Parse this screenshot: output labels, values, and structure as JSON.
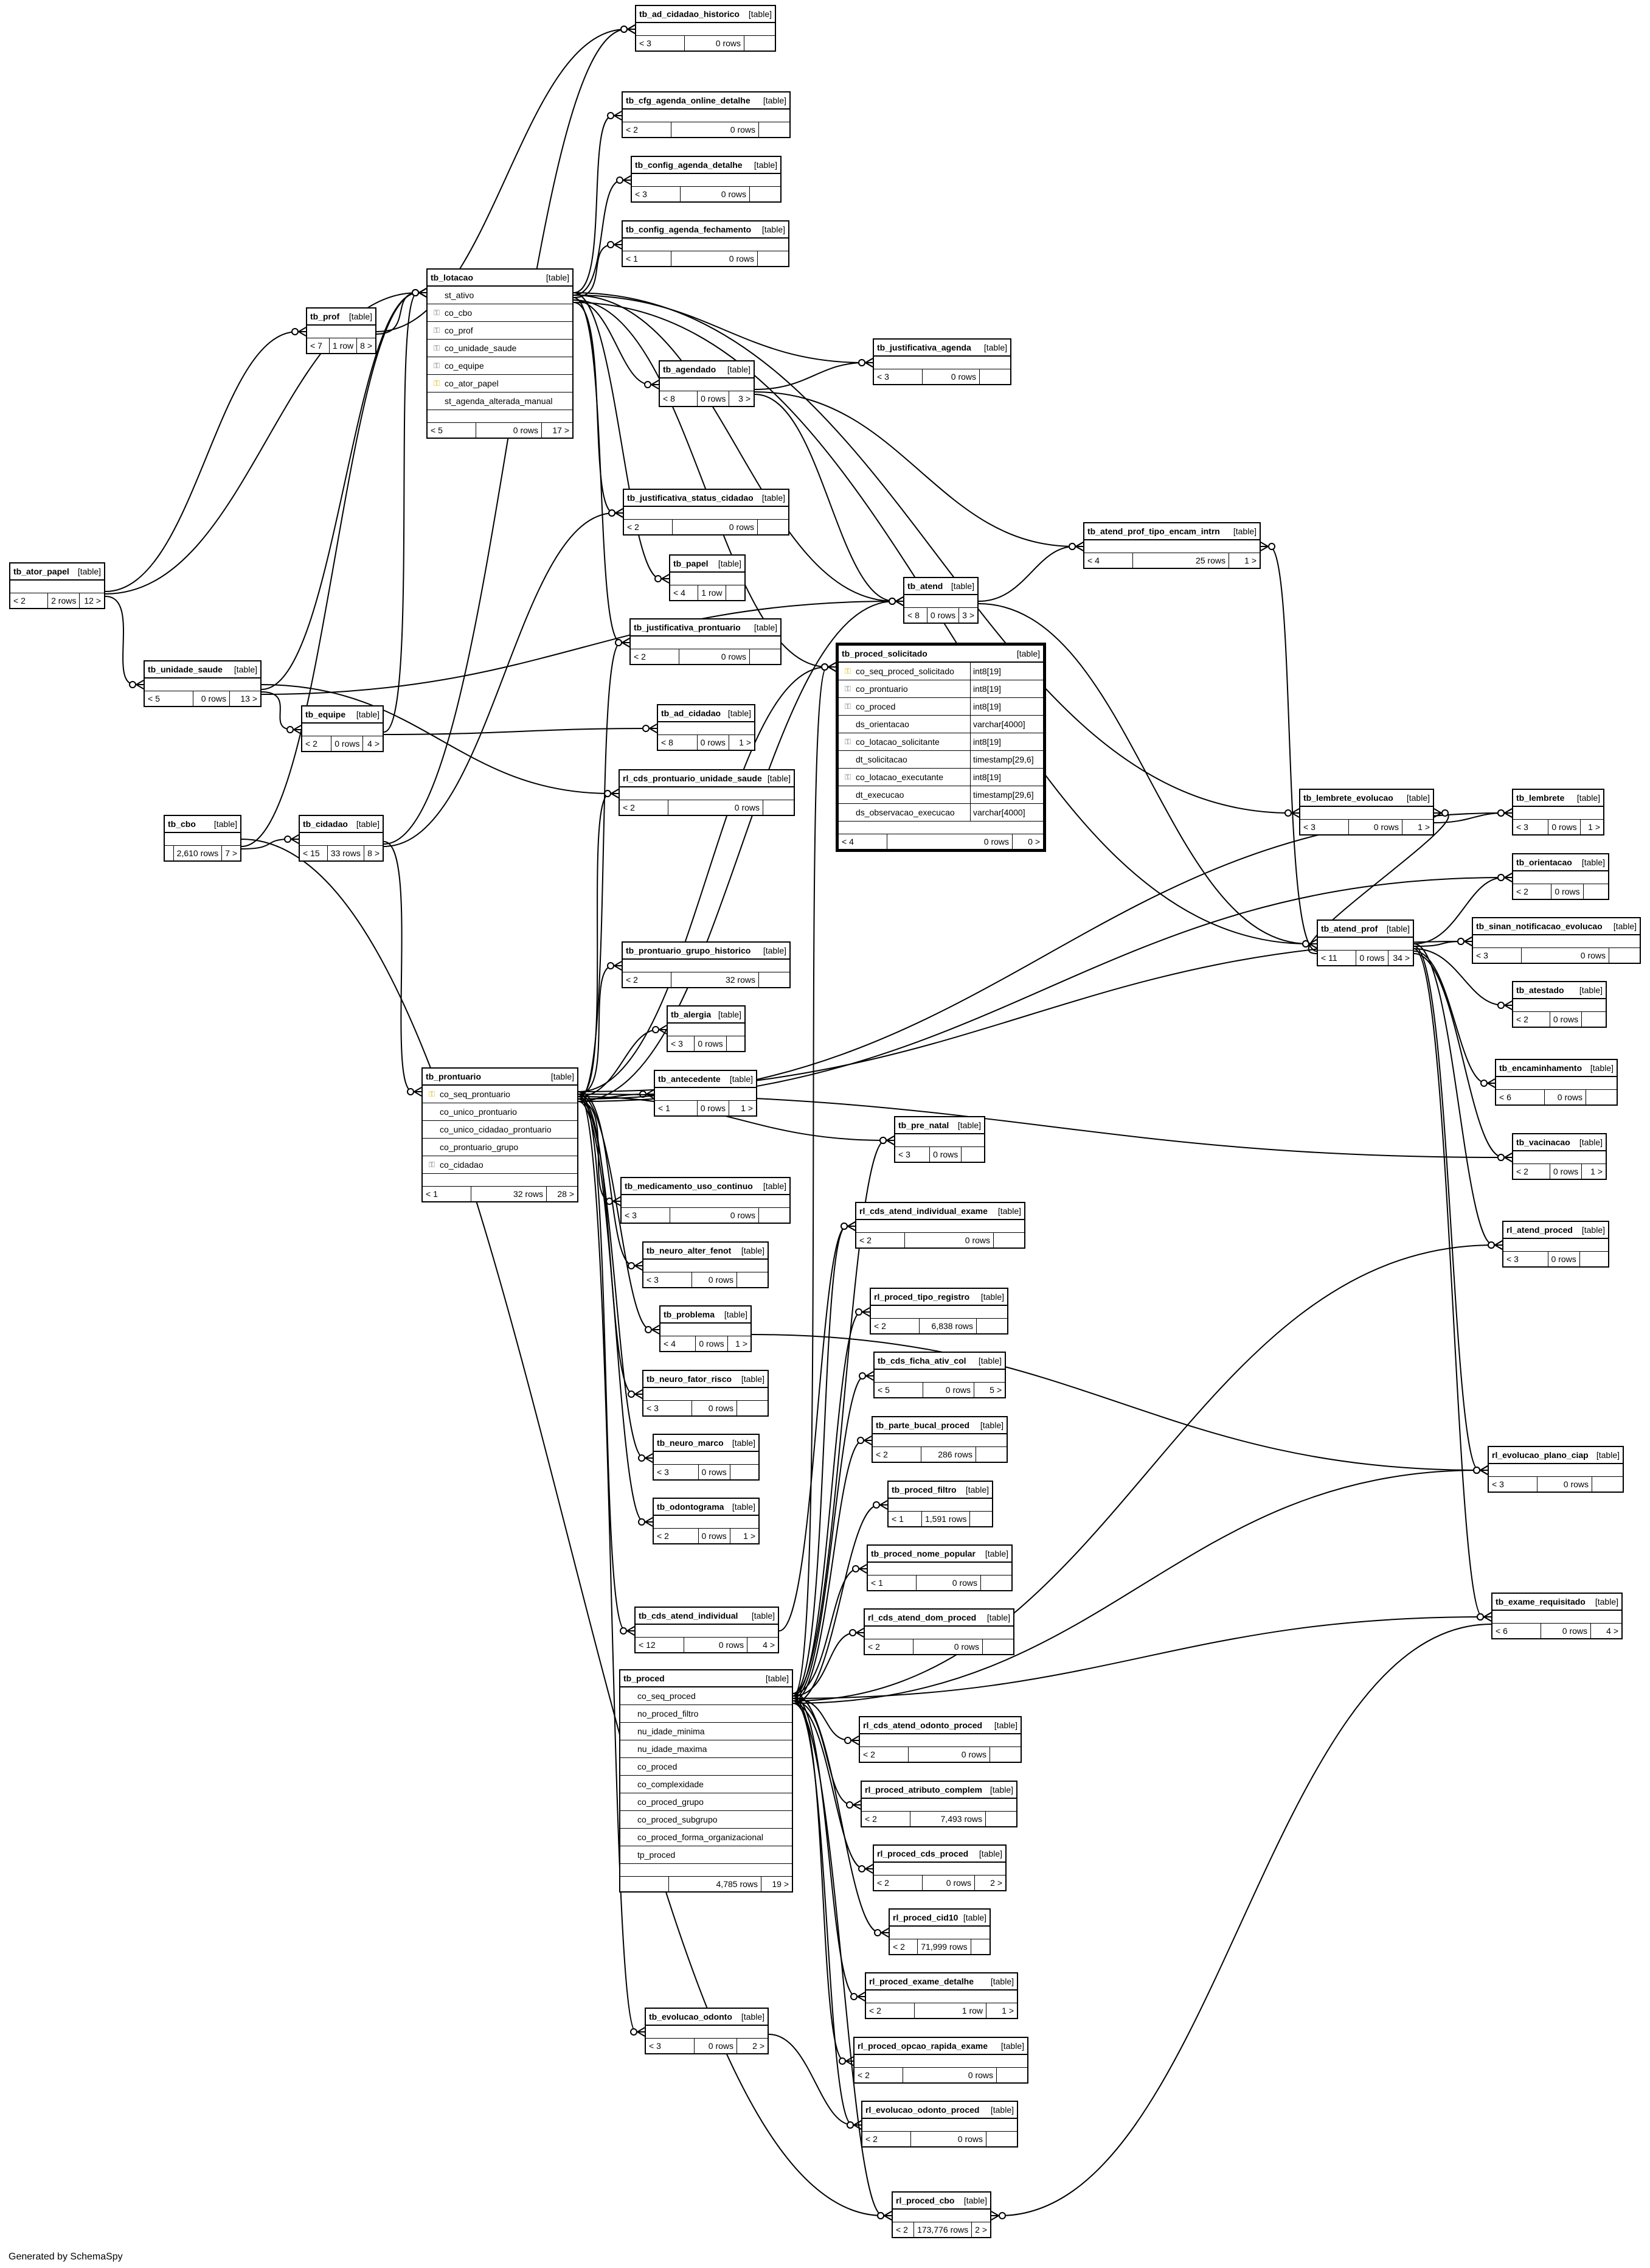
{
  "footer": "Generated by SchemaSpy",
  "table_tag": "[table]",
  "tables": [
    {
      "name": "tb_ad_cidadao_historico",
      "parents": "< 3",
      "rows": "0 rows",
      "children": ""
    },
    {
      "name": "tb_cfg_agenda_online_detalhe",
      "parents": "< 2",
      "rows": "0 rows",
      "children": ""
    },
    {
      "name": "tb_config_agenda_detalhe",
      "parents": "< 3",
      "rows": "0 rows",
      "children": ""
    },
    {
      "name": "tb_config_agenda_fechamento",
      "parents": "< 1",
      "rows": "0 rows",
      "children": ""
    },
    {
      "name": "tb_prof",
      "parents": "< 7",
      "rows": "1 row",
      "children": "8 >"
    },
    {
      "name": "tb_lotacao",
      "parents": "< 5",
      "rows": "0 rows",
      "children": "17 >",
      "columns": [
        {
          "name": "st_ativo",
          "key": ""
        },
        {
          "name": "co_cbo",
          "key": "fk"
        },
        {
          "name": "co_prof",
          "key": "fk"
        },
        {
          "name": "co_unidade_saude",
          "key": "fk"
        },
        {
          "name": "co_equipe",
          "key": "fk"
        },
        {
          "name": "co_ator_papel",
          "key": "pk"
        },
        {
          "name": "st_agenda_alterada_manual",
          "key": ""
        }
      ]
    },
    {
      "name": "tb_justificativa_agenda",
      "parents": "< 3",
      "rows": "0 rows",
      "children": ""
    },
    {
      "name": "tb_agendado",
      "parents": "< 8",
      "rows": "0 rows",
      "children": "3 >"
    },
    {
      "name": "tb_ator_papel",
      "parents": "< 2",
      "rows": "2 rows",
      "children": "12 >"
    },
    {
      "name": "tb_justificativa_status_cidadao",
      "parents": "< 2",
      "rows": "0 rows",
      "children": ""
    },
    {
      "name": "tb_atend_prof_tipo_encam_intrn",
      "parents": "< 4",
      "rows": "25 rows",
      "children": "1 >"
    },
    {
      "name": "tb_papel",
      "parents": "< 4",
      "rows": "1 row",
      "children": ""
    },
    {
      "name": "tb_atend",
      "parents": "< 8",
      "rows": "0 rows",
      "children": "3 >"
    },
    {
      "name": "tb_justificativa_prontuario",
      "parents": "< 2",
      "rows": "0 rows",
      "children": ""
    },
    {
      "name": "tb_proced_solicitado",
      "parents": "< 4",
      "rows": "0 rows",
      "children": "0 >",
      "columns": [
        {
          "name": "co_seq_proced_solicitado",
          "key": "pk",
          "type": "int8[19]"
        },
        {
          "name": "co_prontuario",
          "key": "fk",
          "type": "int8[19]"
        },
        {
          "name": "co_proced",
          "key": "fk",
          "type": "int8[19]"
        },
        {
          "name": "ds_orientacao",
          "key": "",
          "type": "varchar[4000]"
        },
        {
          "name": "co_lotacao_solicitante",
          "key": "fk",
          "type": "int8[19]"
        },
        {
          "name": "dt_solicitacao",
          "key": "",
          "type": "timestamp[29,6]"
        },
        {
          "name": "co_lotacao_executante",
          "key": "fk",
          "type": "int8[19]"
        },
        {
          "name": "dt_execucao",
          "key": "",
          "type": "timestamp[29,6]"
        },
        {
          "name": "ds_observacao_execucao",
          "key": "",
          "type": "varchar[4000]"
        }
      ]
    },
    {
      "name": "tb_unidade_saude",
      "parents": "< 5",
      "rows": "0 rows",
      "children": "13 >"
    },
    {
      "name": "tb_equipe",
      "parents": "< 2",
      "rows": "0 rows",
      "children": "4 >"
    },
    {
      "name": "tb_ad_cidadao",
      "parents": "< 8",
      "rows": "0 rows",
      "children": "1 >"
    },
    {
      "name": "rl_cds_prontuario_unidade_saude",
      "parents": "< 2",
      "rows": "0 rows",
      "children": ""
    },
    {
      "name": "tb_cbo",
      "parents": "",
      "rows": "2,610 rows",
      "children": "7 >"
    },
    {
      "name": "tb_cidadao",
      "parents": "< 15",
      "rows": "33 rows",
      "children": "8 >"
    },
    {
      "name": "tb_lembrete_evolucao",
      "parents": "< 3",
      "rows": "0 rows",
      "children": "1 >"
    },
    {
      "name": "tb_lembrete",
      "parents": "< 3",
      "rows": "0 rows",
      "children": "1 >"
    },
    {
      "name": "tb_orientacao",
      "parents": "< 2",
      "rows": "0 rows",
      "children": ""
    },
    {
      "name": "tb_sinan_notificacao_evolucao",
      "parents": "< 3",
      "rows": "0 rows",
      "children": ""
    },
    {
      "name": "tb_atend_prof",
      "parents": "< 11",
      "rows": "0 rows",
      "children": "34 >"
    },
    {
      "name": "tb_prontuario_grupo_historico",
      "parents": "< 2",
      "rows": "32 rows",
      "children": ""
    },
    {
      "name": "tb_atestado",
      "parents": "< 2",
      "rows": "0 rows",
      "children": ""
    },
    {
      "name": "tb_alergia",
      "parents": "< 3",
      "rows": "0 rows",
      "children": ""
    },
    {
      "name": "tb_encaminhamento",
      "parents": "< 6",
      "rows": "0 rows",
      "children": ""
    },
    {
      "name": "tb_prontuario",
      "parents": "< 1",
      "rows": "32 rows",
      "children": "28 >",
      "columns": [
        {
          "name": "co_seq_prontuario",
          "key": "pk"
        },
        {
          "name": "co_unico_prontuario",
          "key": ""
        },
        {
          "name": "co_unico_cidadao_prontuario",
          "key": ""
        },
        {
          "name": "co_prontuario_grupo",
          "key": ""
        },
        {
          "name": "co_cidadao",
          "key": "fk"
        }
      ]
    },
    {
      "name": "tb_antecedente",
      "parents": "< 1",
      "rows": "0 rows",
      "children": "1 >"
    },
    {
      "name": "tb_vacinacao",
      "parents": "< 2",
      "rows": "0 rows",
      "children": "1 >"
    },
    {
      "name": "tb_pre_natal",
      "parents": "< 3",
      "rows": "0 rows",
      "children": ""
    },
    {
      "name": "tb_medicamento_uso_continuo",
      "parents": "< 3",
      "rows": "0 rows",
      "children": ""
    },
    {
      "name": "rl_cds_atend_individual_exame",
      "parents": "< 2",
      "rows": "0 rows",
      "children": ""
    },
    {
      "name": "rl_atend_proced",
      "parents": "< 3",
      "rows": "0 rows",
      "children": ""
    },
    {
      "name": "tb_neuro_alter_fenot",
      "parents": "< 3",
      "rows": "0 rows",
      "children": ""
    },
    {
      "name": "rl_proced_tipo_registro",
      "parents": "< 2",
      "rows": "6,838 rows",
      "children": ""
    },
    {
      "name": "tb_problema",
      "parents": "< 4",
      "rows": "0 rows",
      "children": "1 >"
    },
    {
      "name": "tb_cds_ficha_ativ_col",
      "parents": "< 5",
      "rows": "0 rows",
      "children": "5 >"
    },
    {
      "name": "tb_neuro_fator_risco",
      "parents": "< 3",
      "rows": "0 rows",
      "children": ""
    },
    {
      "name": "tb_parte_bucal_proced",
      "parents": "< 2",
      "rows": "286 rows",
      "children": ""
    },
    {
      "name": "tb_neuro_marco",
      "parents": "< 3",
      "rows": "0 rows",
      "children": ""
    },
    {
      "name": "rl_evolucao_plano_ciap",
      "parents": "< 3",
      "rows": "0 rows",
      "children": ""
    },
    {
      "name": "tb_proced_filtro",
      "parents": "< 1",
      "rows": "1,591 rows",
      "children": ""
    },
    {
      "name": "tb_odontograma",
      "parents": "< 2",
      "rows": "0 rows",
      "children": "1 >"
    },
    {
      "name": "tb_proced_nome_popular",
      "parents": "< 1",
      "rows": "0 rows",
      "children": ""
    },
    {
      "name": "tb_exame_requisitado",
      "parents": "< 6",
      "rows": "0 rows",
      "children": "4 >"
    },
    {
      "name": "tb_cds_atend_individual",
      "parents": "< 12",
      "rows": "0 rows",
      "children": "4 >"
    },
    {
      "name": "rl_cds_atend_dom_proced",
      "parents": "< 2",
      "rows": "0 rows",
      "children": ""
    },
    {
      "name": "tb_proced",
      "parents": "",
      "rows": "4,785 rows",
      "children": "19 >",
      "columns": [
        {
          "name": "co_seq_proced",
          "key": ""
        },
        {
          "name": "no_proced_filtro",
          "key": ""
        },
        {
          "name": "nu_idade_minima",
          "key": ""
        },
        {
          "name": "nu_idade_maxima",
          "key": ""
        },
        {
          "name": "co_proced",
          "key": ""
        },
        {
          "name": "co_complexidade",
          "key": ""
        },
        {
          "name": "co_proced_grupo",
          "key": ""
        },
        {
          "name": "co_proced_subgrupo",
          "key": ""
        },
        {
          "name": "co_proced_forma_organizacional",
          "key": ""
        },
        {
          "name": "tp_proced",
          "key": ""
        }
      ]
    },
    {
      "name": "rl_cds_atend_odonto_proced",
      "parents": "< 2",
      "rows": "0 rows",
      "children": ""
    },
    {
      "name": "rl_proced_atributo_complem",
      "parents": "< 2",
      "rows": "7,493 rows",
      "children": ""
    },
    {
      "name": "rl_proced_cds_proced",
      "parents": "< 2",
      "rows": "0 rows",
      "children": "2 >"
    },
    {
      "name": "rl_proced_cid10",
      "parents": "< 2",
      "rows": "71,999 rows",
      "children": ""
    },
    {
      "name": "rl_proced_exame_detalhe",
      "parents": "< 2",
      "rows": "1 row",
      "children": "1 >"
    },
    {
      "name": "tb_evolucao_odonto",
      "parents": "< 3",
      "rows": "0 rows",
      "children": "2 >"
    },
    {
      "name": "rl_proced_opcao_rapida_exame",
      "parents": "< 2",
      "rows": "0 rows",
      "children": ""
    },
    {
      "name": "rl_evolucao_odonto_proced",
      "parents": "< 2",
      "rows": "0 rows",
      "children": ""
    },
    {
      "name": "rl_proced_cbo",
      "parents": "< 2",
      "rows": "173,776 rows",
      "children": "2 >"
    }
  ]
}
